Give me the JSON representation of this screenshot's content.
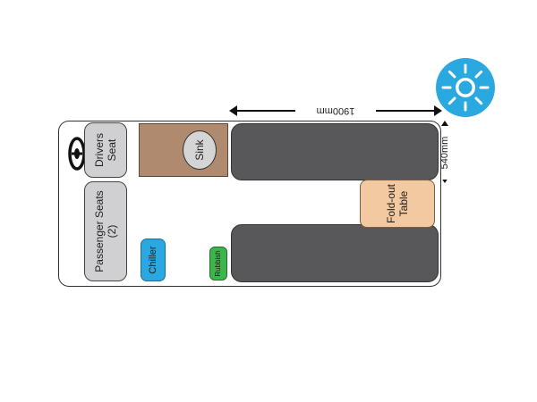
{
  "dimensions": {
    "length_label": "1900mm",
    "width_label": "540mm"
  },
  "labels": {
    "drivers_seat": "Drivers Seat",
    "passenger_seats": "Passenger Seats (2)",
    "sink": "Sink",
    "fold_out_table": "Fold-out Table",
    "chiller": "Chiller",
    "rubbish": "Rubbish"
  },
  "colors": {
    "sun_badge": "#2aa8e0",
    "seats": "#d0d0d2",
    "benches": "#58585a",
    "sink_counter": "#b08a6e",
    "table": "#f2c9a0",
    "chiller": "#2aa8e0",
    "rubbish": "#3cb54a"
  },
  "icons": {
    "badge": "sun-icon",
    "steering": "steering-wheel-icon"
  }
}
